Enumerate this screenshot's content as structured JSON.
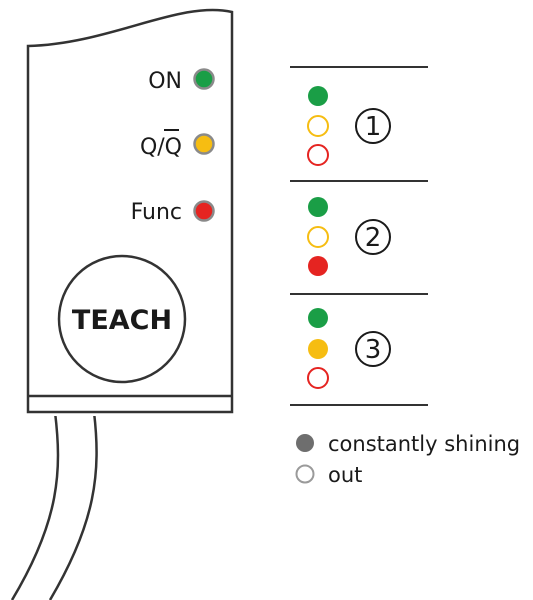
{
  "device": {
    "leds": [
      {
        "label": "ON",
        "color": "#1a9e46"
      },
      {
        "label": "Q/Q",
        "overline_char": "Q",
        "color": "#f6bd12"
      },
      {
        "label": "Func",
        "color": "#e52421"
      }
    ],
    "button_label": "TEACH"
  },
  "states": [
    {
      "number": "1",
      "leds": [
        {
          "color": "#1a9e46",
          "lit": true
        },
        {
          "color": "#f6bd12",
          "lit": false
        },
        {
          "color": "#e52421",
          "lit": false
        }
      ]
    },
    {
      "number": "2",
      "leds": [
        {
          "color": "#1a9e46",
          "lit": true
        },
        {
          "color": "#f6bd12",
          "lit": false
        },
        {
          "color": "#e52421",
          "lit": true
        }
      ]
    },
    {
      "number": "3",
      "leds": [
        {
          "color": "#1a9e46",
          "lit": true
        },
        {
          "color": "#f6bd12",
          "lit": true
        },
        {
          "color": "#e52421",
          "lit": false
        }
      ]
    }
  ],
  "legend": [
    {
      "label": "constantly shining",
      "filled": true,
      "color": "#6e6e6e"
    },
    {
      "label": "out",
      "filled": false,
      "color": "#9a9a9a"
    }
  ]
}
